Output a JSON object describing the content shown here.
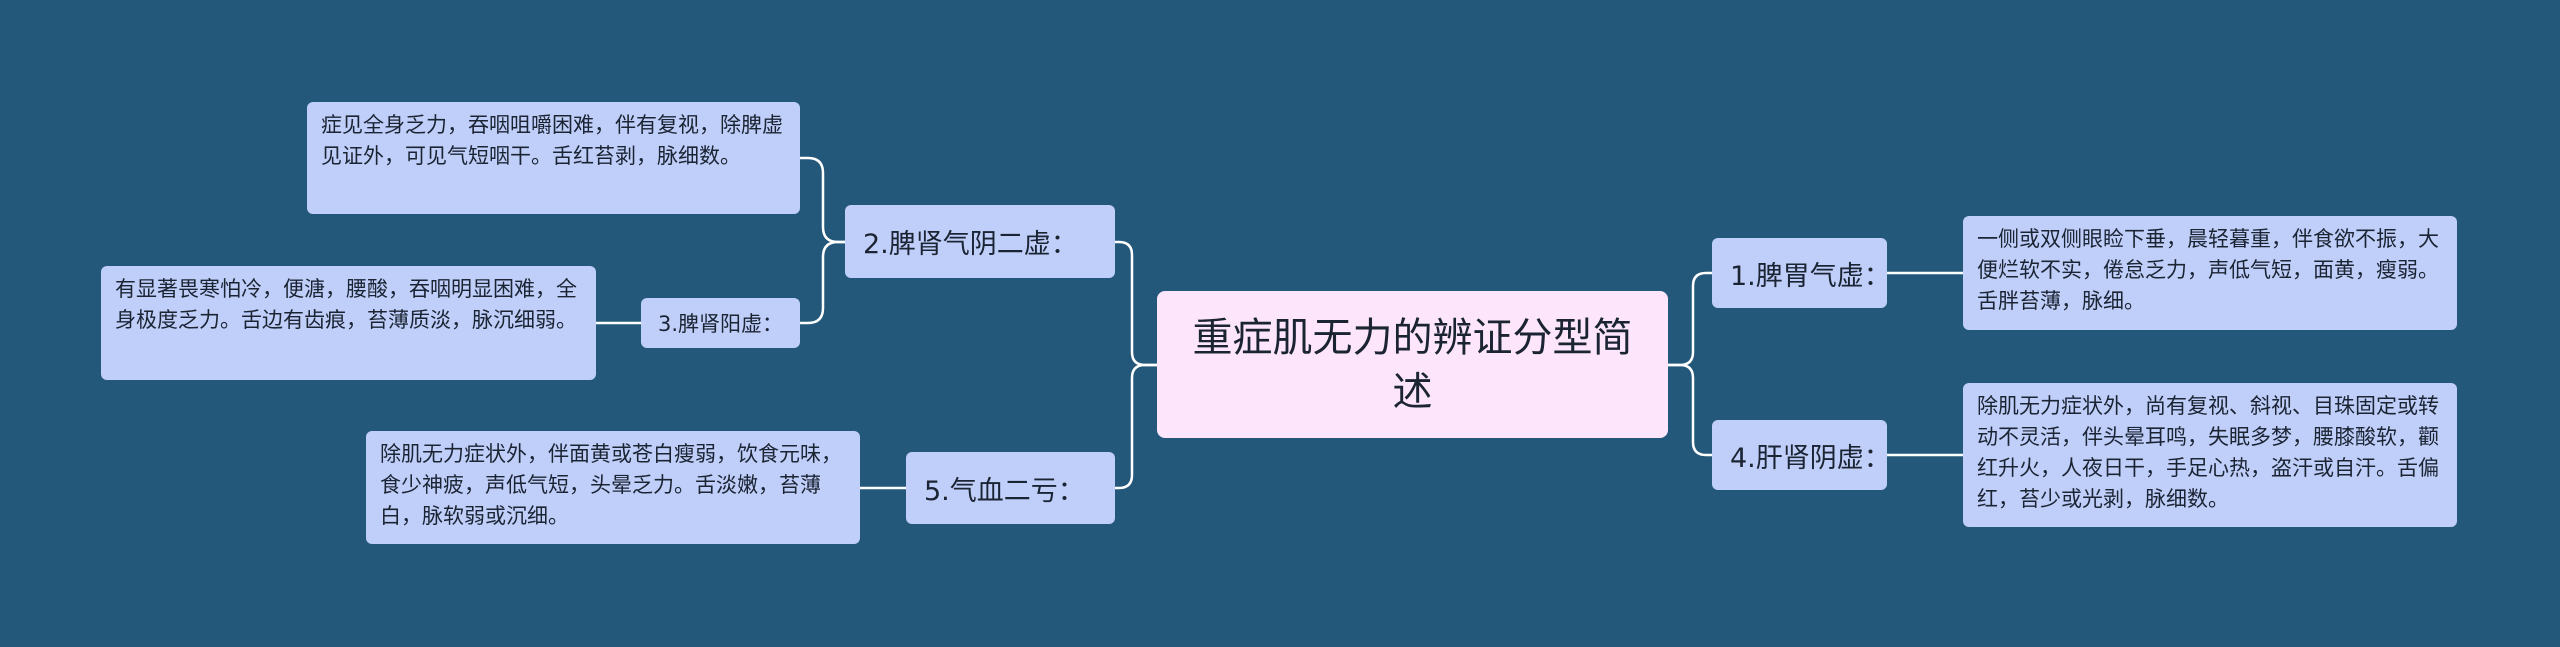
{
  "colors": {
    "background": "#24587a",
    "root_fill": "#fde6fb",
    "node_fill": "#c0cffa",
    "link": "#ffffff"
  },
  "root": {
    "text": "重症肌无力的辨证分型简述"
  },
  "left": {
    "branch_2": {
      "label": "2.脾肾气阴二虚：",
      "leaf": "症见全身乏力，吞咽咀嚼困难，伴有复视，除脾虚见证外，可见气短咽干。舌红苔剥，脉细数。",
      "sub": {
        "label": "3.脾肾阳虚：",
        "leaf": "有显著畏寒怕冷，便溏，腰酸，吞咽明显困难，全身极度乏力。舌边有齿痕，苔薄质淡，脉沉细弱。"
      }
    },
    "branch_5": {
      "label": "5.气血二亏：",
      "leaf": "除肌无力症状外，伴面黄或苍白瘦弱，饮食元味，食少神疲，声低气短，头晕乏力。舌淡嫩，苔薄白，脉软弱或沉细。"
    }
  },
  "right": {
    "branch_1": {
      "label": "1.脾胃气虚：",
      "leaf": "一侧或双侧眼睑下垂，晨轻暮重，伴食欲不振，大便烂软不实，倦怠乏力，声低气短，面黄，瘦弱。舌胖苔薄，脉细。"
    },
    "branch_4": {
      "label": "4.肝肾阴虚：",
      "leaf": "除肌无力症状外，尚有复视、斜视、目珠固定或转动不灵活，伴头晕耳鸣，失眠多梦，腰膝酸软，颧红升火，人夜日干，手足心热，盗汗或自汗。舌偏红，苔少或光剥，脉细数。"
    }
  }
}
